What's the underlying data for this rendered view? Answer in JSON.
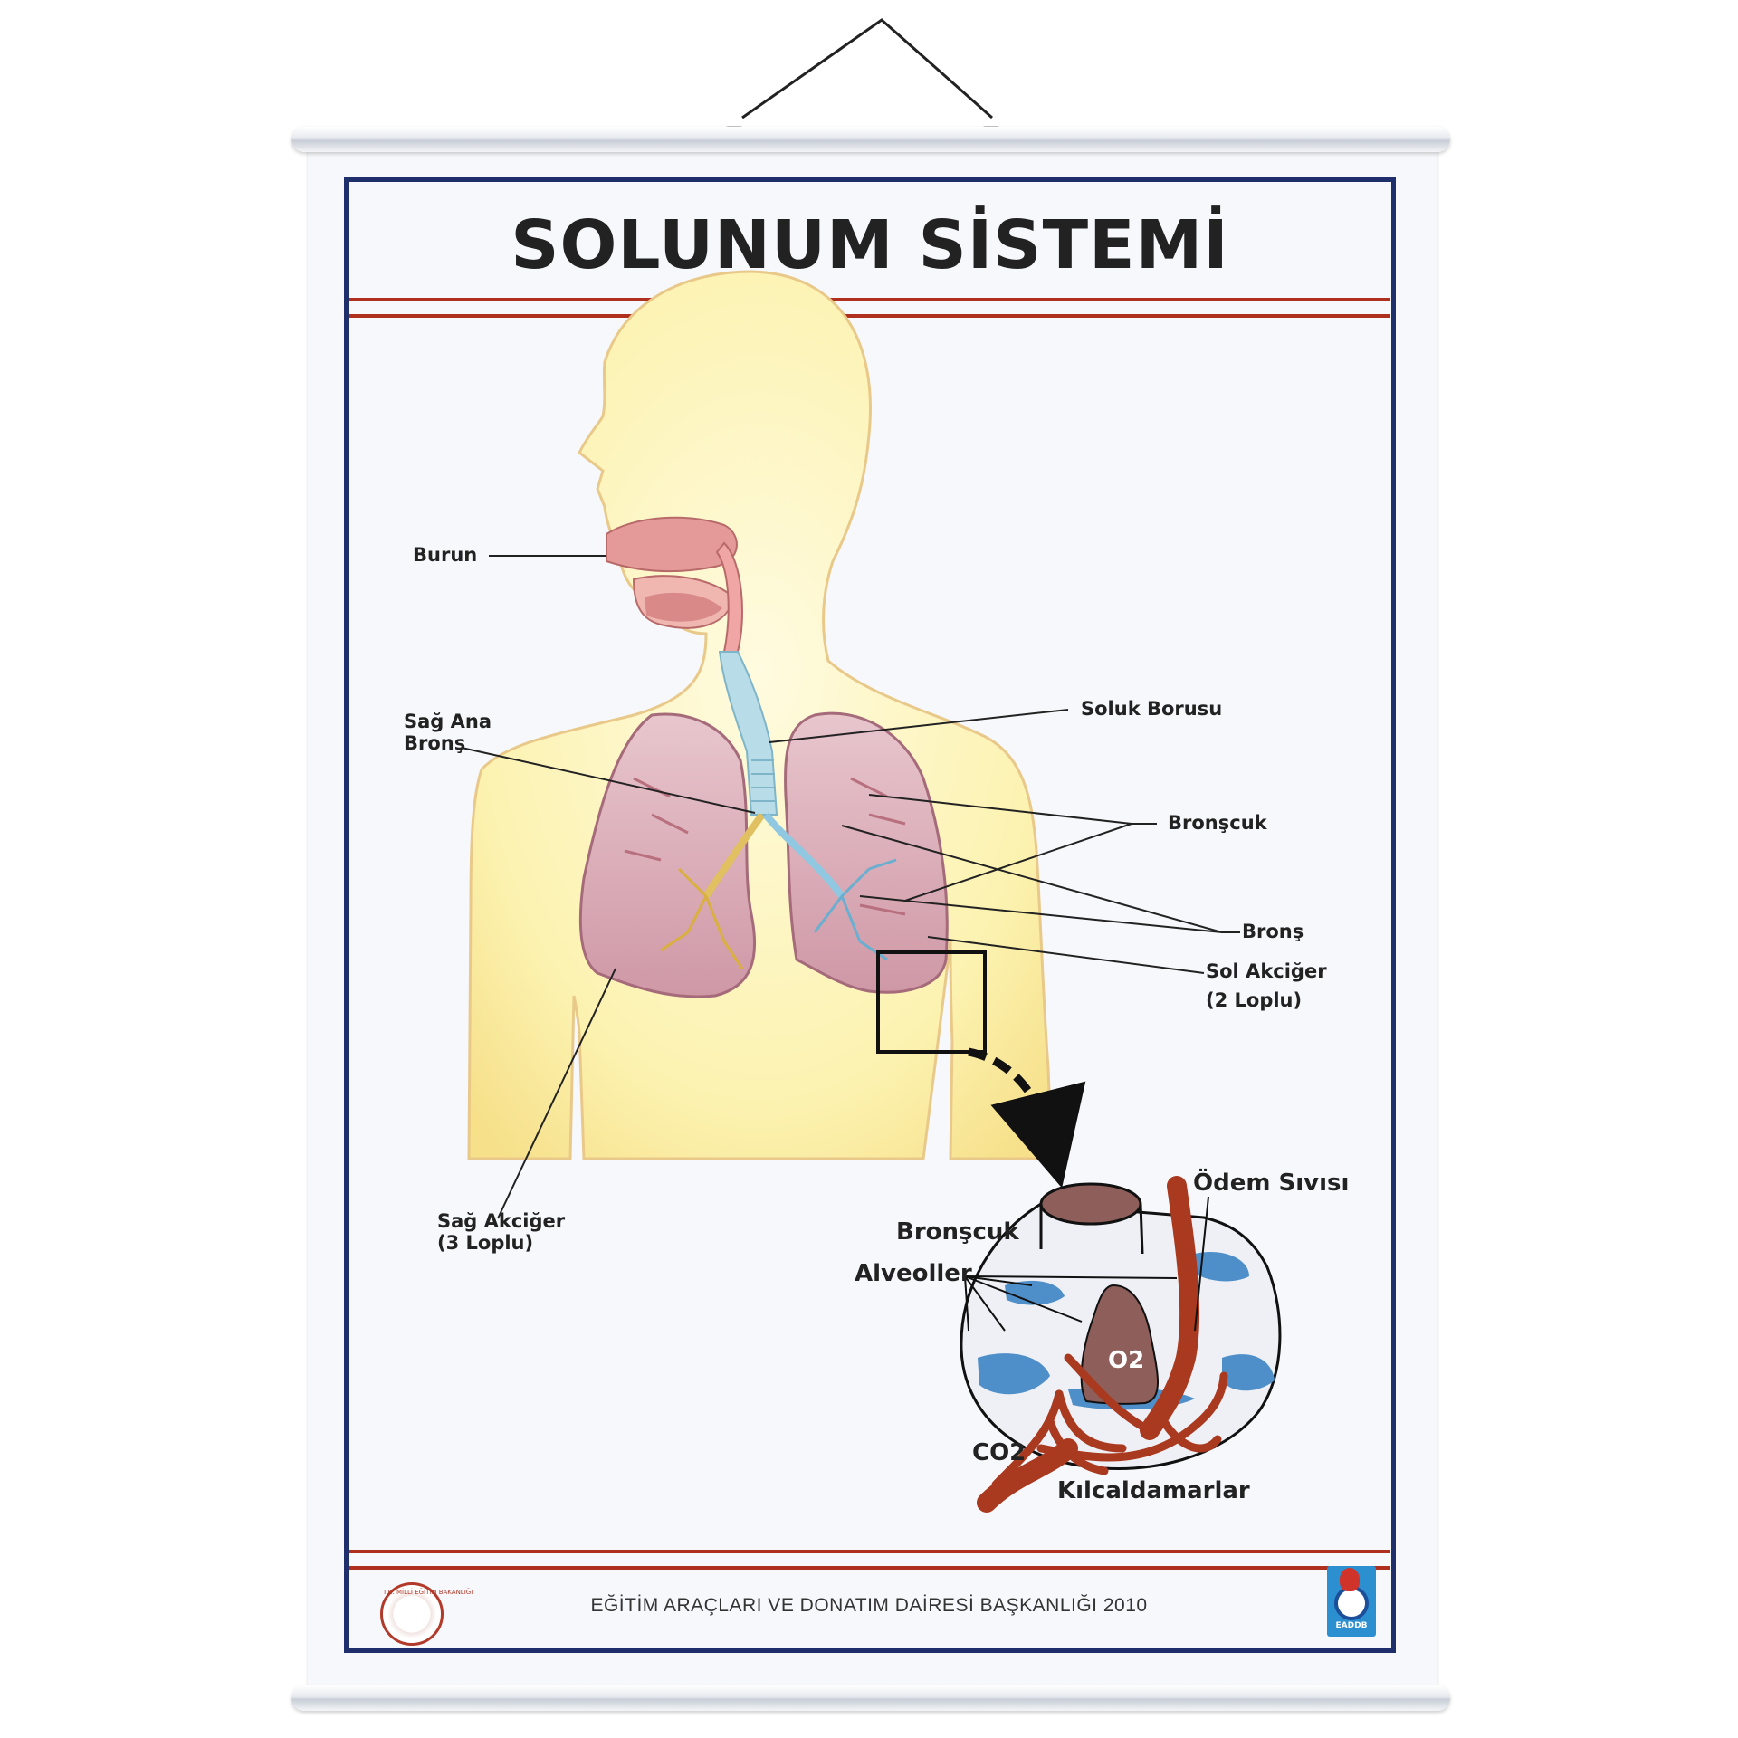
{
  "poster": {
    "title": "SOLUNUM SİSTEMİ",
    "footer": "EĞİTİM ARAÇLARI VE DONATIM DAİRESİ BAŞKANLIĞI 2010",
    "logo_left_text": "T.C. MİLLİ EĞİTİM BAKANLIĞI",
    "logo_right_text": "EADDB"
  },
  "labels": {
    "burun": "Burun",
    "sag_ana_brons_1": "Sağ Ana",
    "sag_ana_brons_2": "Bronş",
    "soluk_borusu": "Soluk Borusu",
    "bronscuk": "Bronşcuk",
    "brons": "Bronş",
    "sol_akciger_1": "Sol Akciğer",
    "sol_akciger_2": "(2 Loplu)",
    "sag_akciger_1": "Sağ Akciğer",
    "sag_akciger_2": "(3 Loplu)"
  },
  "detail_labels": {
    "odem_sivisi": "Ödem Sıvısı",
    "bronscuk": "Bronşcuk",
    "alveoller": "Alveoller",
    "o2": "O2",
    "co2": "CO2",
    "kilcaldamarlar": "Kılcaldamarlar"
  },
  "colors": {
    "frame": "#1f2f6b",
    "rule": "#b03020",
    "body": "#fbf0a8",
    "lung": "#d9a8b4",
    "vessel": "#a9391f",
    "alveolus_fluid": "#4f8fc9"
  }
}
